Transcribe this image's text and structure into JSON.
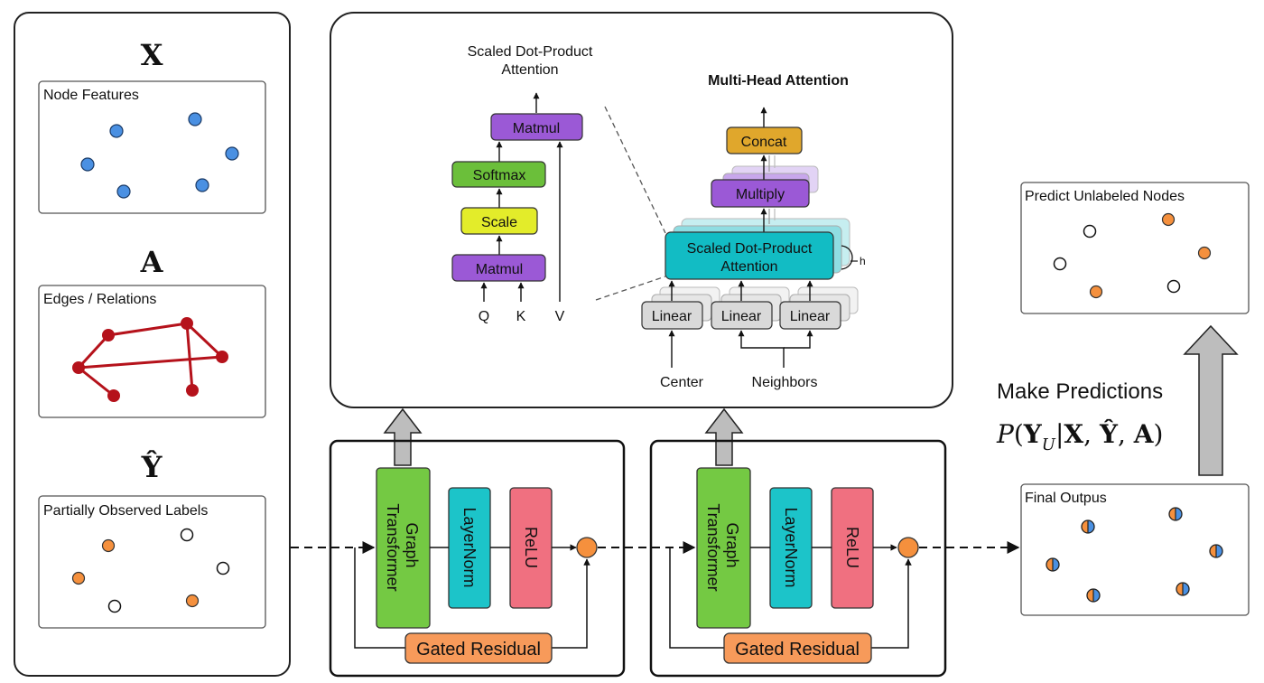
{
  "left_panel": {
    "x_symbol": "X",
    "a_symbol": "A",
    "y_symbol": "Ŷ",
    "node_features_label": "Node Features",
    "edges_label": "Edges / Relations",
    "partial_labels_label": "Partially Observed Labels"
  },
  "attention_panel": {
    "sdpa_title_line1": "Scaled Dot-Product",
    "sdpa_title_line2": "Attention",
    "matmul_top": "Matmul",
    "softmax": "Softmax",
    "scale": "Scale",
    "matmul_bottom": "Matmul",
    "input_q": "Q",
    "input_k": "K",
    "input_v": "V",
    "mha_title": "Multi-Head Attention",
    "concat": "Concat",
    "multiply": "Multiply",
    "sdpa_block_line1": "Scaled Dot-Product",
    "sdpa_block_line2": "Attention",
    "heads_label": "h",
    "linear_1": "Linear",
    "linear_2": "Linear",
    "linear_3": "Linear",
    "center": "Center",
    "neighbors": "Neighbors"
  },
  "blocks": [
    {
      "graph_transformer_line1": "Graph",
      "graph_transformer_line2": "Transformer",
      "layernorm": "LayerNorm",
      "relu": "ReLU",
      "gated_residual": "Gated Residual"
    },
    {
      "graph_transformer_line1": "Graph",
      "graph_transformer_line2": "Transformer",
      "layernorm": "LayerNorm",
      "relu": "ReLU",
      "gated_residual": "Gated Residual"
    }
  ],
  "right_panel": {
    "predict_label": "Predict Unlabeled Nodes",
    "make_predictions": "Make Predictions",
    "formula": "P(Y_U | X, Ŷ, A)",
    "final_outputs_label": "Final Outpus"
  },
  "colors": {
    "node_blue": "#4a90e2",
    "node_orange": "#f5903d",
    "edge_red": "#b5121b",
    "matmul_purple": "#9b59d6",
    "softmax_green": "#6bbf3a",
    "scale_yellow": "#e3ec2a",
    "concat_gold": "#e0a72c",
    "sdpa_teal": "#12bcc4",
    "graph_transformer_green": "#74c943",
    "layernorm_teal": "#1cc4c9",
    "relu_pink": "#f07080",
    "gated_residual_orange": "#f79a5a",
    "linear_gray": "#d9d9d9"
  }
}
